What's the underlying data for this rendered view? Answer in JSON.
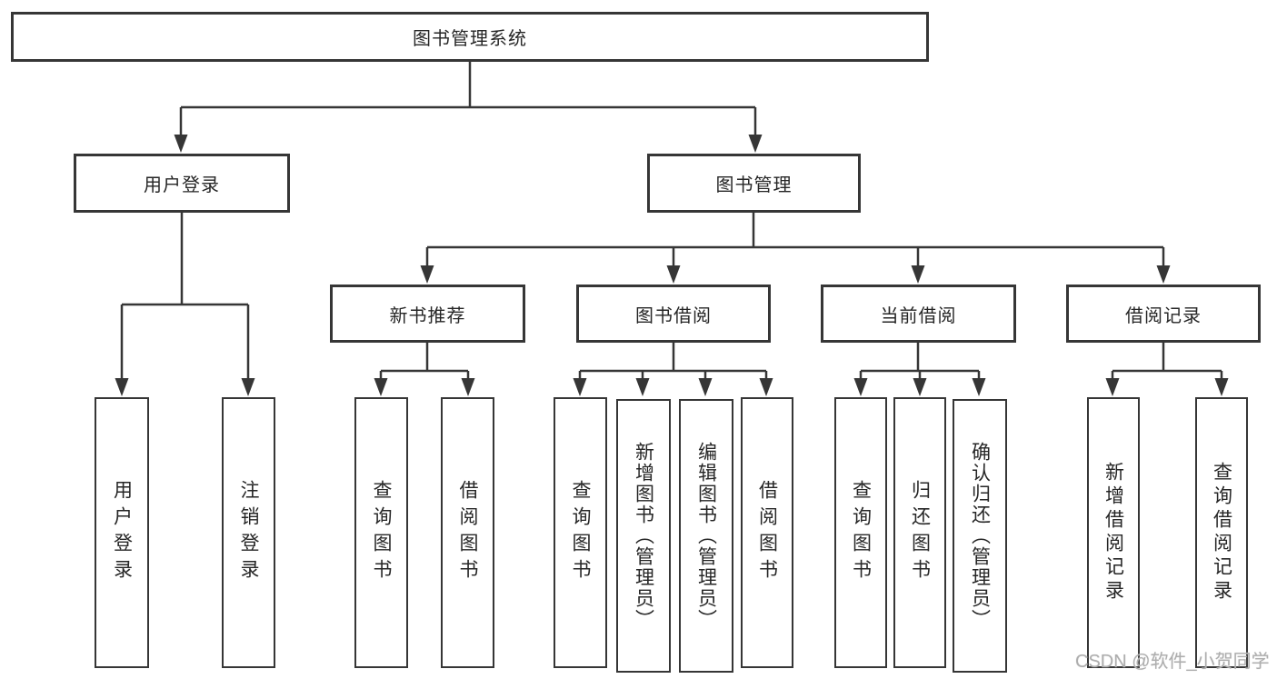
{
  "colors": {
    "line": "#363636",
    "text": "#262626",
    "background": "#ffffff",
    "watermark": "#aeaeae"
  },
  "watermark": "CSDN @软件_小贺同学",
  "nodes": {
    "root": "图书管理系统",
    "level2": [
      "用户登录",
      "图书管理"
    ],
    "level3": [
      "新书推荐",
      "图书借阅",
      "当前借阅",
      "借阅记录"
    ],
    "leaves": {
      "user_login": [
        "用户登录",
        "注销登录"
      ],
      "new_book": [
        "查询图书",
        "借阅图书"
      ],
      "borrow": [
        "查询图书",
        "新增图书（管理员）",
        "编辑图书（管理员）",
        "借阅图书"
      ],
      "current": [
        "查询图书",
        "归还图书",
        "确认归还（管理员）"
      ],
      "records": [
        "新增借阅记录",
        "查询借阅记录"
      ]
    }
  }
}
